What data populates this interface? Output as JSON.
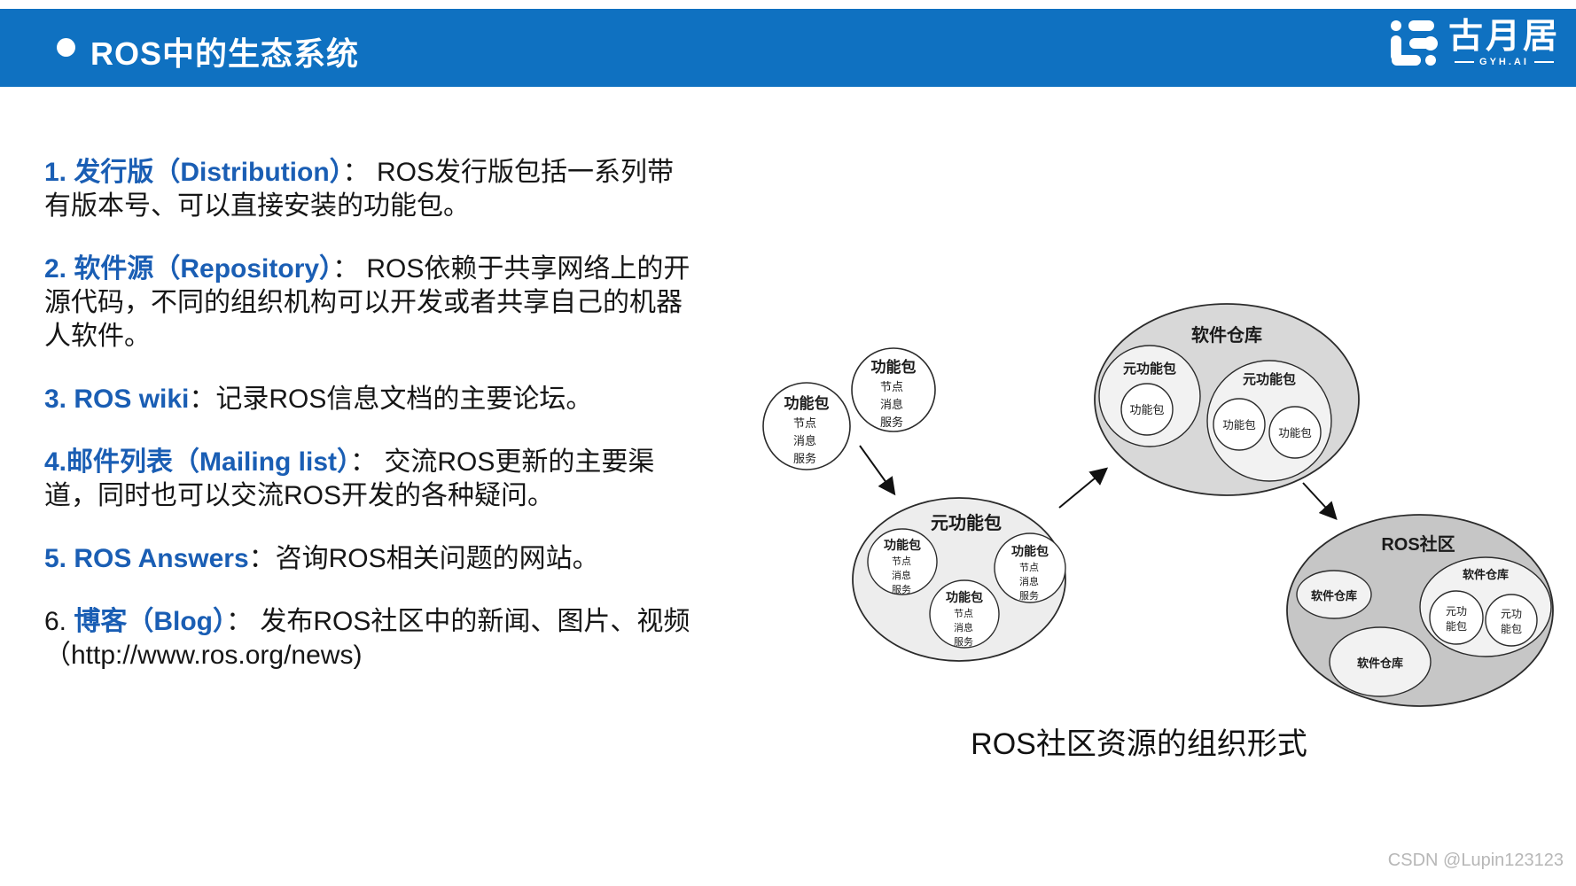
{
  "header": {
    "title": "ROS中的生态系统",
    "logo": {
      "name": "古月居",
      "sub": "GYH.AI"
    }
  },
  "list": [
    {
      "pre": "",
      "lead": "1. 发行版（Distribution）",
      "body": "： ROS发行版包括一系列带有版本号、可以直接安装的功能包。"
    },
    {
      "pre": "",
      "lead": "2. 软件源（Repository）",
      "body": "： ROS依赖于共享网络上的开源代码，不同的组织机构可以开发或者共享自己的机器人软件。"
    },
    {
      "pre": "",
      "lead": "3. ROS wiki",
      "body": "：记录ROS信息文档的主要论坛。"
    },
    {
      "pre": "",
      "lead": "4.邮件列表（Mailing list）",
      "body": "： 交流ROS更新的主要渠道，同时也可以交流ROS开发的各种疑问。"
    },
    {
      "pre": "",
      "lead": "5. ROS Answers",
      "body": "：咨询ROS相关问题的网站。"
    },
    {
      "pre": "6. ",
      "lead": "博客（Blog）",
      "body": "： 发布ROS社区中的新闻、图片、视频（http://www.ros.org/news)"
    }
  ],
  "diagram": {
    "caption": "ROS社区资源的组织形式",
    "labels": {
      "pkg": "功能包",
      "node": "节点",
      "msg": "消息",
      "srv": "服务",
      "meta": "元功能包",
      "repo": "软件仓库",
      "community": "ROS社区",
      "meta_l1": "元功",
      "meta_l2": "能包"
    },
    "colors": {
      "community_fill": "#c6c6c6",
      "repo_fill": "#d8d8d8",
      "meta_fill": "#ededed",
      "inner_fill": "#f2f2f2",
      "stroke": "#2b2b2b"
    }
  },
  "watermark": "CSDN @Lupin123123",
  "accent": {
    "header_blue": "#0f71c1",
    "text_blue": "#1a5eb4"
  }
}
